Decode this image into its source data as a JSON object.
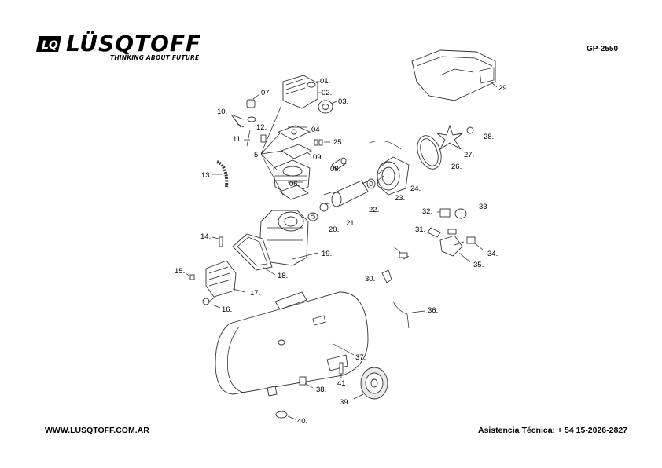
{
  "header": {
    "brand_mark": "LQ",
    "brand_name": "LÜSQTOFF",
    "tagline": "THINKING ABOUT FUTURE",
    "model": "GP-2550"
  },
  "footer": {
    "website": "WWW.LUSQTOFF.COM.AR",
    "support": "Asistencia Técnica: + 54 15-2026-2827"
  },
  "labels": {
    "p01": "01.",
    "p02": "02.",
    "p03": "03.",
    "p04": "04",
    "p05": "5",
    "p06": "06.",
    "p07": "07",
    "p08": "08.",
    "p09": "09",
    "p10": "10.",
    "p11": "11.",
    "p12": "12.",
    "p13": "13.",
    "p14": "14.",
    "p15": "15.",
    "p16": "16.",
    "p17": "17.",
    "p18": "18.",
    "p19": "19.",
    "p20": "20.",
    "p21": "21.",
    "p22": "22.",
    "p23": "23.",
    "p24": "24.",
    "p25": "25",
    "p26": "26.",
    "p27": "27.",
    "p28": "28.",
    "p29": "29.",
    "p30": "30.",
    "p31": "31.",
    "p32": "32.",
    "p33": "33",
    "p34": "34.",
    "p35": "35.",
    "p36": "36.",
    "p37": "37.",
    "p38": "38.",
    "p39": "39.",
    "p40": "40.",
    "p41": "41"
  }
}
